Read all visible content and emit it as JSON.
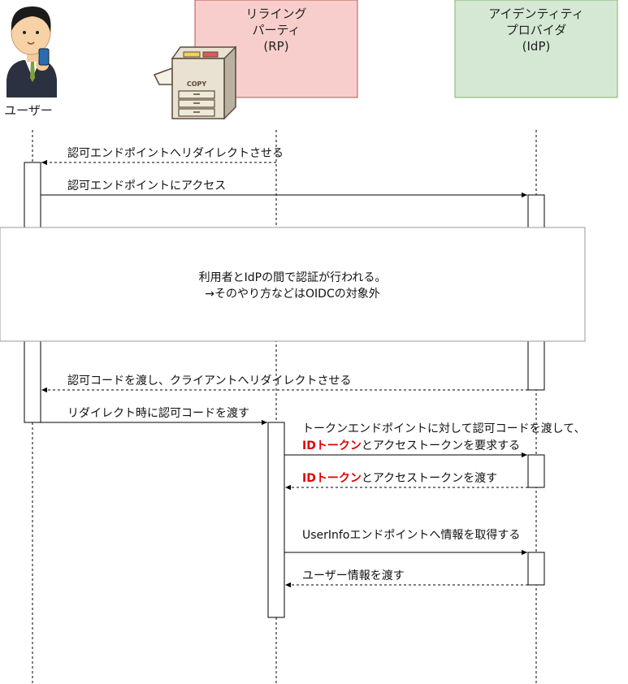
{
  "actors": {
    "user": {
      "label": "ユーザー"
    },
    "rp": {
      "line1": "リライング",
      "line2": "パーティ",
      "line3": "(RP)",
      "fill": "#f8cecc",
      "stroke": "#b85450"
    },
    "idp": {
      "line1": "アイデンティティ",
      "line2": "プロバイダ",
      "line3": "(IdP)",
      "fill": "#d5e8d4",
      "stroke": "#82b366"
    }
  },
  "messages": {
    "m1": "認可エンドポイントへリダイレクトさせる",
    "m2": "認可エンドポイントにアクセス",
    "m3": "認可コードを渡し、クライアントへリダイレクトさせる",
    "m4": "リダイレクト時に認可コードを渡す",
    "m5_line1": "トークンエンドポイントに対して認可コードを渡して、",
    "m5_red": "IDトークン",
    "m5_rest": "とアクセストークンを要求する",
    "m6_red": "IDトークン",
    "m6_rest": "とアクセストークンを渡す",
    "m7": "UserInfoエンドポイントへ情報を取得する",
    "m8": "ユーザー情報を渡す"
  },
  "note": {
    "line1": "利用者とIdPの間で認証が行われる。",
    "line2": "→そのやり方などはOIDCの対象外"
  },
  "icons": {
    "person": "person-with-phone-icon",
    "copier": "copy-machine-icon",
    "copier_text": "COPY"
  },
  "colors": {
    "highlight": "#e00000"
  }
}
